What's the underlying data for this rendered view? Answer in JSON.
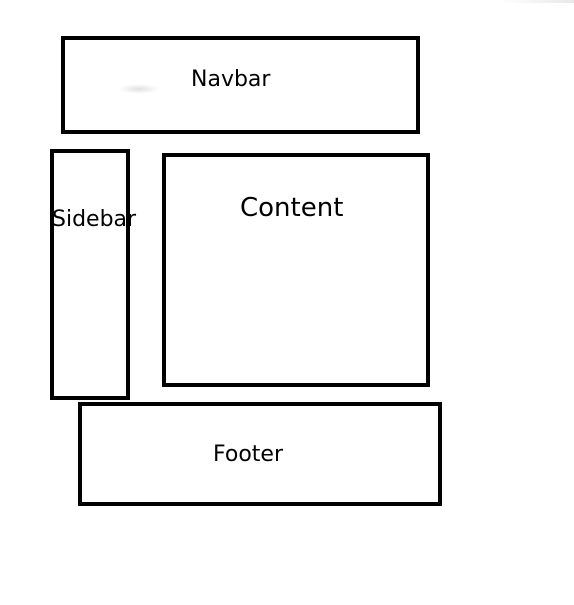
{
  "diagram": {
    "navbar": {
      "label": "Navbar"
    },
    "sidebar": {
      "label": "Sidebar"
    },
    "content": {
      "label": "Content"
    },
    "footer": {
      "label": "Footer"
    }
  },
  "colors": {
    "stroke": "#000000",
    "background": "#ffffff"
  }
}
